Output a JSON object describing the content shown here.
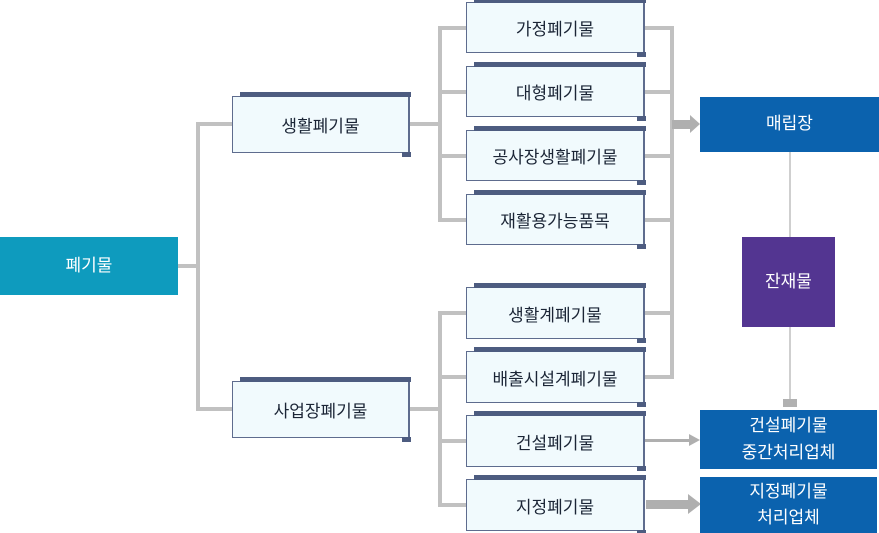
{
  "diagram": {
    "root": "폐기물",
    "level1": {
      "household": "생활폐기물",
      "workplace": "사업장폐기물"
    },
    "household_types": [
      "가정폐기물",
      "대형폐기물",
      "공사장생활폐기물",
      "재활용가능품목"
    ],
    "workplace_types": [
      "생활계폐기물",
      "배출시설계폐기물",
      "건설폐기물",
      "지정폐기물"
    ],
    "facilities": {
      "landfill": "매립장",
      "residue": "잔재물",
      "construction_processor_line1": "건설폐기물",
      "construction_processor_line2": "중간처리업체",
      "designated_processor_line1": "지정폐기물",
      "designated_processor_line2": "처리업체"
    },
    "colors": {
      "root_teal": "#0E9BBE",
      "facility_blue": "#0B62AE",
      "residue_purple": "#533591",
      "light_node_fill": "#F1FAFD",
      "navy_accent": "#4D5C80",
      "connector_gray": "#C1C1C1",
      "arrow_gray": "#AFAFAF"
    }
  }
}
